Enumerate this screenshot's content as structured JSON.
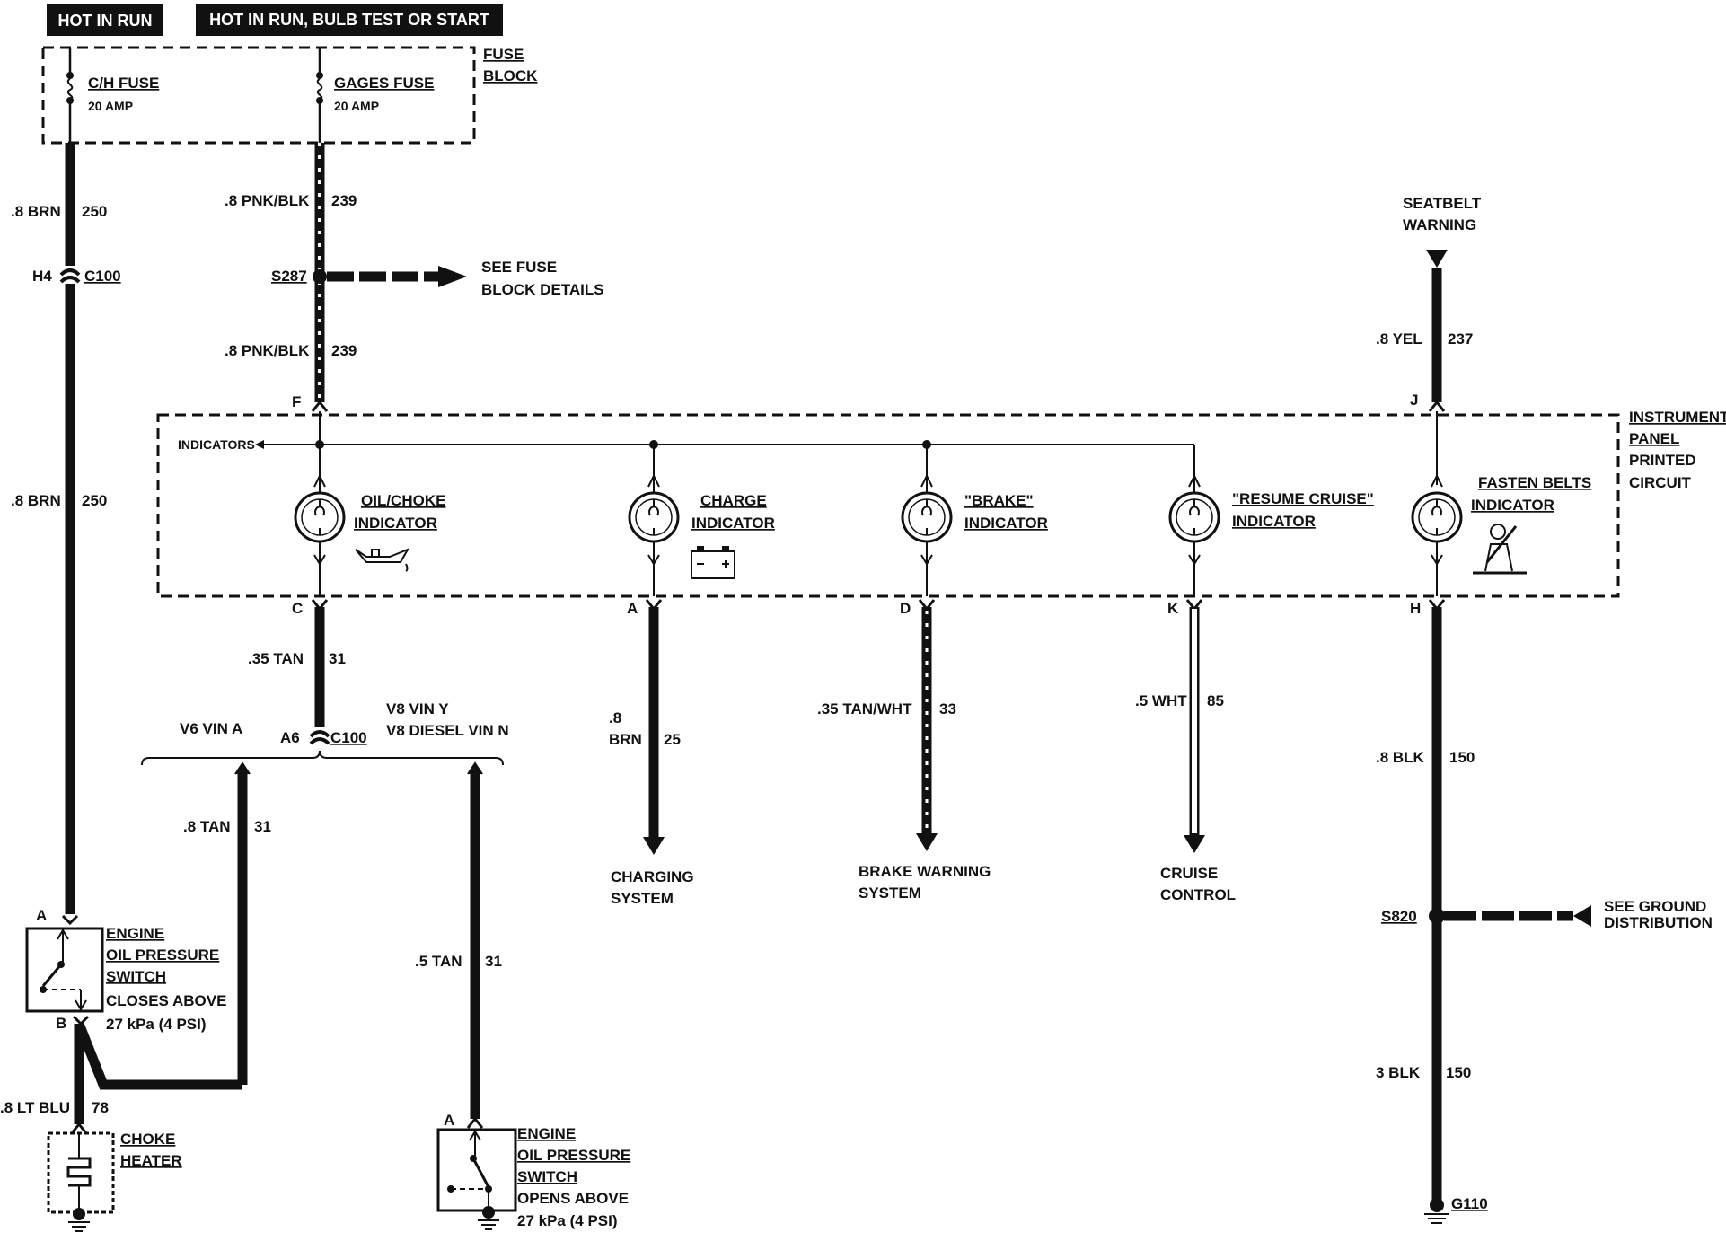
{
  "power": {
    "hot_in_run": "HOT IN RUN",
    "hot_in_run_bulb": "HOT IN RUN,   BULB TEST OR START"
  },
  "fuse_block": {
    "label_1": "FUSE",
    "label_2": "BLOCK",
    "ch_fuse_name": "C/H FUSE",
    "ch_fuse_amp": "20 AMP",
    "gages_fuse_name": "GAGES FUSE",
    "gages_fuse_amp": "20 AMP"
  },
  "wires": {
    "w250_top_gauge": ".8 BRN",
    "w250_top_num": "250",
    "w250_mid_gauge": ".8 BRN",
    "w250_mid_num": "250",
    "w239_top_gauge": ".8 PNK/BLK",
    "w239_top_num": "239",
    "w239_low_gauge": ".8 PNK/BLK",
    "w239_low_num": "239",
    "w31_top_gauge": ".35 TAN",
    "w31_top_num": "31",
    "w31_v6_gauge": ".8 TAN",
    "w31_v6_num": "31",
    "w31_v8_gauge": ".5 TAN",
    "w31_v8_num": "31",
    "w25_gauge_1": ".8",
    "w25_gauge_2": "BRN",
    "w25_num": "25",
    "w33_gauge": ".35 TAN/WHT",
    "w33_num": "33",
    "w85_gauge": ".5 WHT",
    "w85_num": "85",
    "w237_gauge": ".8 YEL",
    "w237_num": "237",
    "w150_top_gauge": ".8 BLK",
    "w150_top_num": "150",
    "w150_low_gauge": "3 BLK",
    "w150_low_num": "150",
    "w78_gauge": ".8 LT BLU",
    "w78_num": "78"
  },
  "connectors": {
    "h4": "H4",
    "c100_top": "C100",
    "a6": "A6",
    "c100_low": "C100",
    "pin_f": "F",
    "pin_j": "J",
    "pin_c": "C",
    "pin_a": "A",
    "pin_d": "D",
    "pin_k": "K",
    "pin_h": "H",
    "sw1_a": "A",
    "sw1_b": "B",
    "sw2_a": "A"
  },
  "splices": {
    "s287": "S287",
    "see_fuse_1": "SEE FUSE",
    "see_fuse_2": "BLOCK DETAILS",
    "s820": "S820",
    "see_ground_1": "SEE GROUND",
    "see_ground_2": "DISTRIBUTION",
    "g110": "G110"
  },
  "panel": {
    "label_1": "INSTRUMENT",
    "label_2": "PANEL",
    "label_3": "PRINTED",
    "label_4": "CIRCUIT",
    "indicators": "INDICATORS",
    "oil_1": "OIL/CHOKE",
    "oil_2": "INDICATOR",
    "charge_1": "CHARGE",
    "charge_2": "INDICATOR",
    "brake_1": "\"BRAKE\"",
    "brake_2": "INDICATOR",
    "cruise_1": "\"RESUME CRUISE\"",
    "cruise_2": "INDICATOR",
    "belts_1": "FASTEN BELTS",
    "belts_2": "INDICATOR"
  },
  "variants": {
    "v6": "V6 VIN A",
    "v8_1": "V8 VIN Y",
    "v8_2": "V8 DIESEL VIN N"
  },
  "seatbelt": {
    "line_1": "SEATBELT",
    "line_2": "WARNING"
  },
  "destinations": {
    "charging_1": "CHARGING",
    "charging_2": "SYSTEM",
    "brake_1": "BRAKE WARNING",
    "brake_2": "SYSTEM",
    "cruise_1": "CRUISE",
    "cruise_2": "CONTROL"
  },
  "components": {
    "sw1_1": "ENGINE",
    "sw1_2": "OIL PRESSURE",
    "sw1_3": "SWITCH",
    "sw1_4": "CLOSES ABOVE",
    "sw1_5": "27 kPa (4 PSI)",
    "choke_1": "CHOKE",
    "choke_2": "HEATER",
    "sw2_1": "ENGINE",
    "sw2_2": "OIL PRESSURE",
    "sw2_3": "SWITCH",
    "sw2_4": "OPENS ABOVE",
    "sw2_5": "27 kPa (4 PSI)"
  }
}
